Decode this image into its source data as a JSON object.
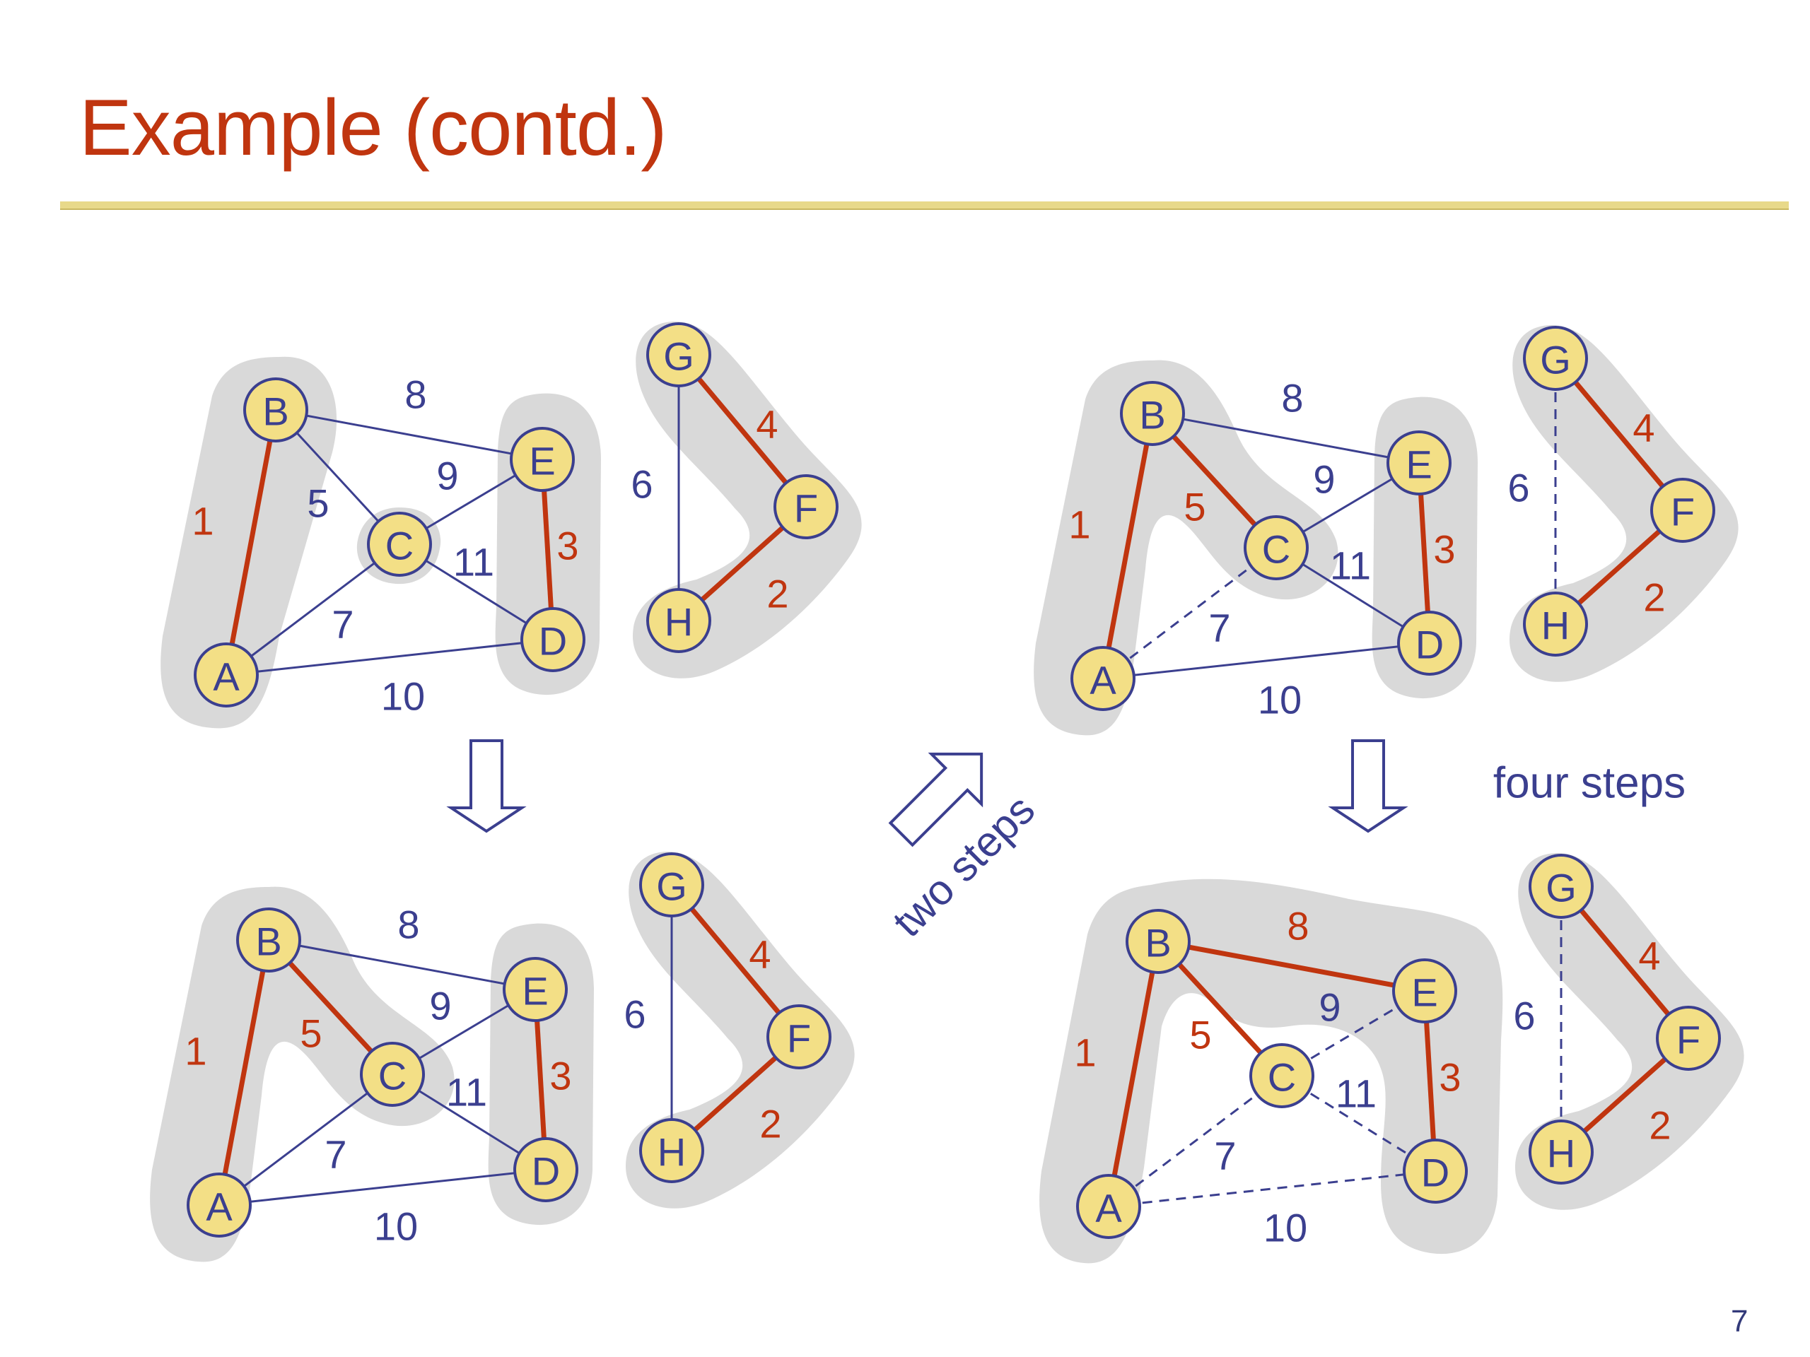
{
  "slide": {
    "title": "Example (contd.)",
    "page_number": "7"
  },
  "colors": {
    "title": "#c0350f",
    "rule": "#e8d98a",
    "mst_edge": "#c0350f",
    "plain_edge": "#3b3f8f",
    "node_fill": "#f3df86",
    "node_stroke": "#3b3f8f",
    "cluster_fill": "#d9d9d9"
  },
  "transitions": [
    {
      "label": "",
      "direction": "down",
      "from": "top-left",
      "to": "bottom-left"
    },
    {
      "label": "two steps",
      "direction": "up-right",
      "from": "bottom-left",
      "to": "top-right"
    },
    {
      "label": "four steps",
      "direction": "down",
      "from": "top-right",
      "to": "bottom-right"
    }
  ],
  "graph": {
    "nodes": [
      "A",
      "B",
      "C",
      "D",
      "E",
      "F",
      "G",
      "H"
    ],
    "edges": [
      {
        "id": "AB",
        "from": "A",
        "to": "B",
        "weight": "1"
      },
      {
        "id": "FH",
        "from": "F",
        "to": "H",
        "weight": "2"
      },
      {
        "id": "DE",
        "from": "D",
        "to": "E",
        "weight": "3"
      },
      {
        "id": "FG",
        "from": "F",
        "to": "G",
        "weight": "4"
      },
      {
        "id": "BC",
        "from": "B",
        "to": "C",
        "weight": "5"
      },
      {
        "id": "GH",
        "from": "G",
        "to": "H",
        "weight": "6"
      },
      {
        "id": "AC",
        "from": "A",
        "to": "C",
        "weight": "7"
      },
      {
        "id": "BE",
        "from": "B",
        "to": "E",
        "weight": "8"
      },
      {
        "id": "CE",
        "from": "C",
        "to": "E",
        "weight": "9"
      },
      {
        "id": "AD",
        "from": "A",
        "to": "D",
        "weight": "10"
      },
      {
        "id": "CD",
        "from": "C",
        "to": "D",
        "weight": "11"
      }
    ]
  },
  "stages": [
    {
      "id": "top-left",
      "mst": [
        "AB",
        "FH",
        "DE",
        "FG"
      ],
      "discarded": [],
      "components": [
        [
          "A",
          "B"
        ],
        [
          "C"
        ],
        [
          "D",
          "E"
        ],
        [
          "F",
          "G",
          "H"
        ]
      ]
    },
    {
      "id": "bottom-left",
      "mst": [
        "AB",
        "FH",
        "DE",
        "FG",
        "BC"
      ],
      "discarded": [],
      "components": [
        [
          "A",
          "B",
          "C"
        ],
        [
          "D",
          "E"
        ],
        [
          "F",
          "G",
          "H"
        ]
      ]
    },
    {
      "id": "top-right",
      "mst": [
        "AB",
        "FH",
        "DE",
        "FG",
        "BC"
      ],
      "discarded": [
        "GH",
        "AC"
      ],
      "components": [
        [
          "A",
          "B",
          "C"
        ],
        [
          "D",
          "E"
        ],
        [
          "F",
          "G",
          "H"
        ]
      ]
    },
    {
      "id": "bottom-right",
      "mst": [
        "AB",
        "FH",
        "DE",
        "FG",
        "BC",
        "BE"
      ],
      "discarded": [
        "GH",
        "AC",
        "CE",
        "AD",
        "CD"
      ],
      "components": [
        [
          "A",
          "B",
          "C",
          "D",
          "E"
        ],
        [
          "F",
          "G",
          "H"
        ]
      ]
    }
  ]
}
